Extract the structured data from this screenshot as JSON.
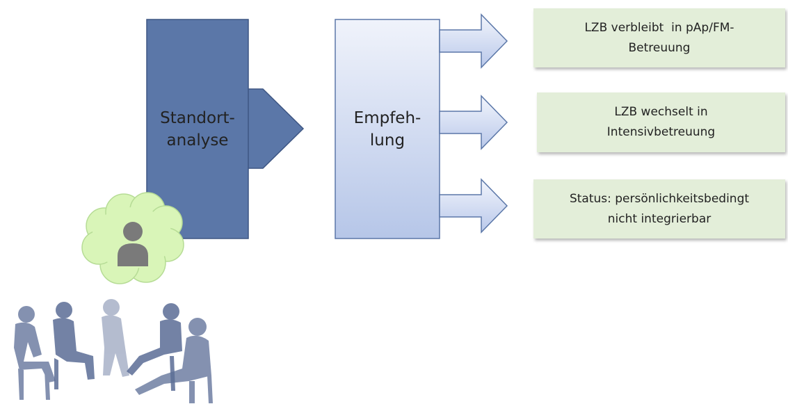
{
  "diagram": {
    "analysis_box": {
      "line1": "Standort-",
      "line2": "analyse"
    },
    "recommendation_box": {
      "line1": "Empfeh-",
      "line2": "lung"
    },
    "outcomes": [
      {
        "line1": "LZB verbleibt  in pAp/FM-",
        "line2": "Betreuung"
      },
      {
        "line1": "LZB wechselt in",
        "line2": "Intensivbetreuung"
      },
      {
        "line1": "Status: persönlichkeitsbedingt",
        "line2": "nicht integrierbar"
      }
    ],
    "icons": [
      "person-icon",
      "cloud-icon",
      "group-meeting-icon"
    ],
    "colors": {
      "analysis": "#5b77a8",
      "recommendation_top": "#f0f3fb",
      "recommendation_bottom": "#b6c6e8",
      "outcome_fill": "#e3eed9",
      "cloud": "#d9f5b8",
      "person": "#7a7a7a",
      "people": "#5b6d96"
    }
  }
}
